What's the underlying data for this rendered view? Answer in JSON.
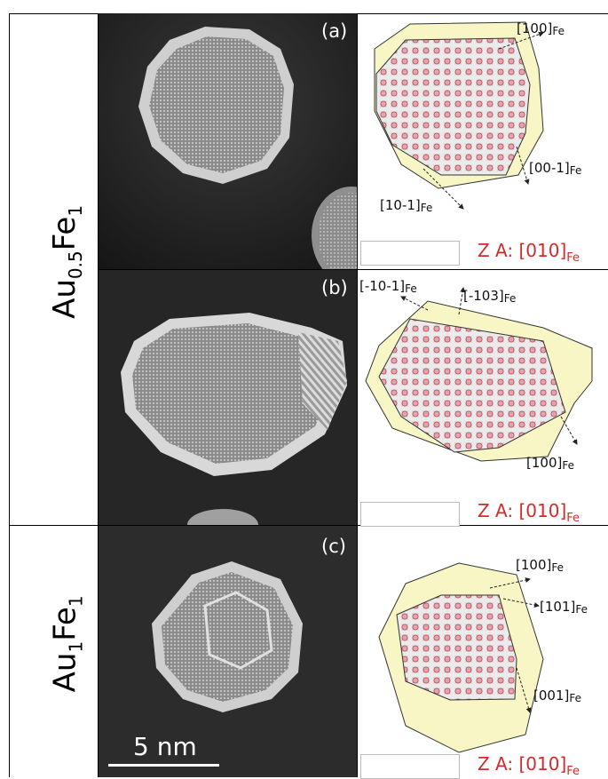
{
  "samples": [
    {
      "main": "Au",
      "sub1": "0.5",
      "mid": "Fe",
      "sub2": "1"
    },
    {
      "main": "Au",
      "sub1": "1",
      "mid": "Fe",
      "sub2": "1"
    }
  ],
  "panels": [
    {
      "letter": "(a)",
      "directions": [
        {
          "text": "[100]",
          "sub": "Fe"
        },
        {
          "text": "[00-1]",
          "sub": "Fe"
        },
        {
          "text": "[10-1]",
          "sub": "Fe"
        }
      ]
    },
    {
      "letter": "(b)",
      "directions": [
        {
          "text": "[-10-1]",
          "sub": "Fe"
        },
        {
          "text": "[-103]",
          "sub": "Fe"
        },
        {
          "text": "[100]",
          "sub": "Fe"
        }
      ]
    },
    {
      "letter": "(c)",
      "directions": [
        {
          "text": "[100]",
          "sub": "Fe"
        },
        {
          "text": "[101]",
          "sub": "Fe"
        },
        {
          "text": "[001]",
          "sub": "Fe"
        }
      ]
    }
  ],
  "zone_axis": {
    "prefix": "Z A: ",
    "value": "[010]",
    "sub": "Fe"
  },
  "scale_bar": {
    "label": "5 nm"
  },
  "colors": {
    "shell": "#f7f6c4",
    "core": "#ebebeb",
    "atom_fill": "#e7a3ad",
    "atom_stroke": "#b8505e",
    "zone_axis": "#d42a2a"
  }
}
